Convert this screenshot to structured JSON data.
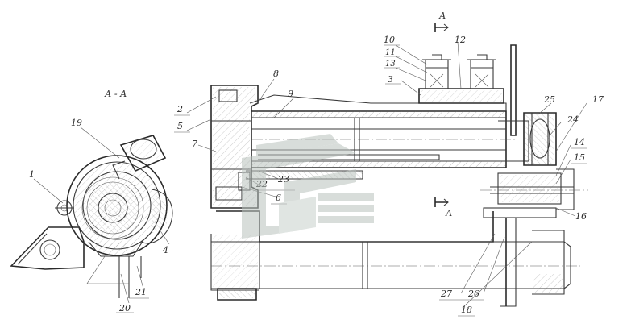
{
  "section_title": "А - А",
  "section_mark": "А",
  "labels": {
    "l1": "1",
    "l2": "2",
    "l3": "3",
    "l4": "4",
    "l5": "5",
    "l6": "6",
    "l7": "7",
    "l8": "8",
    "l9": "9",
    "l10": "10",
    "l11": "11",
    "l12": "12",
    "l13": "13",
    "l14": "14",
    "l15": "15",
    "l16": "16",
    "l17": "17",
    "l18": "18",
    "l19": "19",
    "l20": "20",
    "l21": "21",
    "l22": "22",
    "l23": "23",
    "l24": "24",
    "l25": "25",
    "l26": "26",
    "l27": "27"
  },
  "colors": {
    "line": "#3a3a3a",
    "watermark": "#b9c2bd"
  }
}
